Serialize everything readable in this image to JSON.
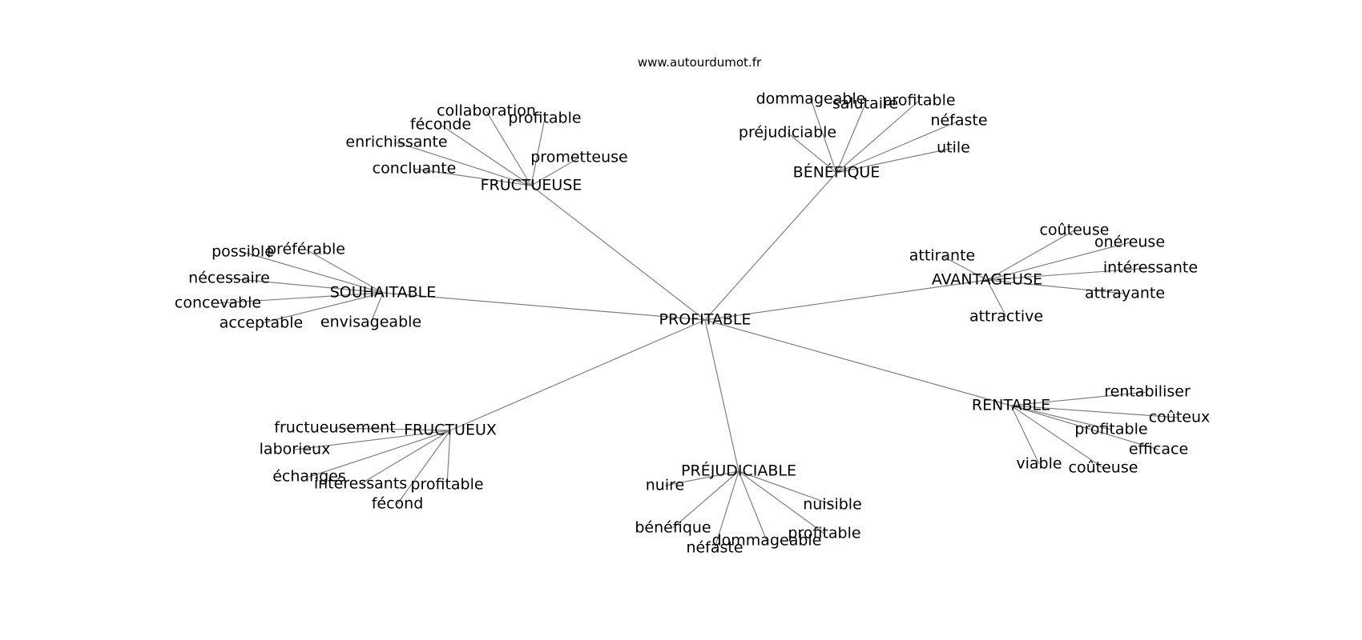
{
  "header": {
    "site": "www.autourdumot.fr"
  },
  "graph": {
    "center": "PROFITABLE",
    "clusters": [
      {
        "label": "FRUCTUEUSE",
        "leaves": [
          "collaboration",
          "profitable",
          "féconde",
          "enrichissante",
          "concluante",
          "prometteuse"
        ]
      },
      {
        "label": "BÉNÉFIQUE",
        "leaves": [
          "dommageable",
          "salutaire",
          "profitable",
          "préjudiciable",
          "néfaste",
          "utile"
        ]
      },
      {
        "label": "SOUHAITABLE",
        "leaves": [
          "possible",
          "préférable",
          "nécessaire",
          "concevable",
          "acceptable",
          "envisageable"
        ]
      },
      {
        "label": "AVANTAGEUSE",
        "leaves": [
          "coûteuse",
          "onéreuse",
          "attirante",
          "intéressante",
          "attrayante",
          "attractive"
        ]
      },
      {
        "label": "RENTABLE",
        "leaves": [
          "rentabiliser",
          "coûteux",
          "profitable",
          "efficace",
          "viable",
          "coûteuse"
        ]
      },
      {
        "label": "FRUCTUEUX",
        "leaves": [
          "fructueusement",
          "laborieux",
          "échanges",
          "intéressants",
          "profitable",
          "fécond"
        ]
      },
      {
        "label": "PRÉJUDICIABLE",
        "leaves": [
          "nuire",
          "nuisible",
          "bénéfique",
          "profitable",
          "dommageable",
          "néfaste"
        ]
      }
    ]
  }
}
